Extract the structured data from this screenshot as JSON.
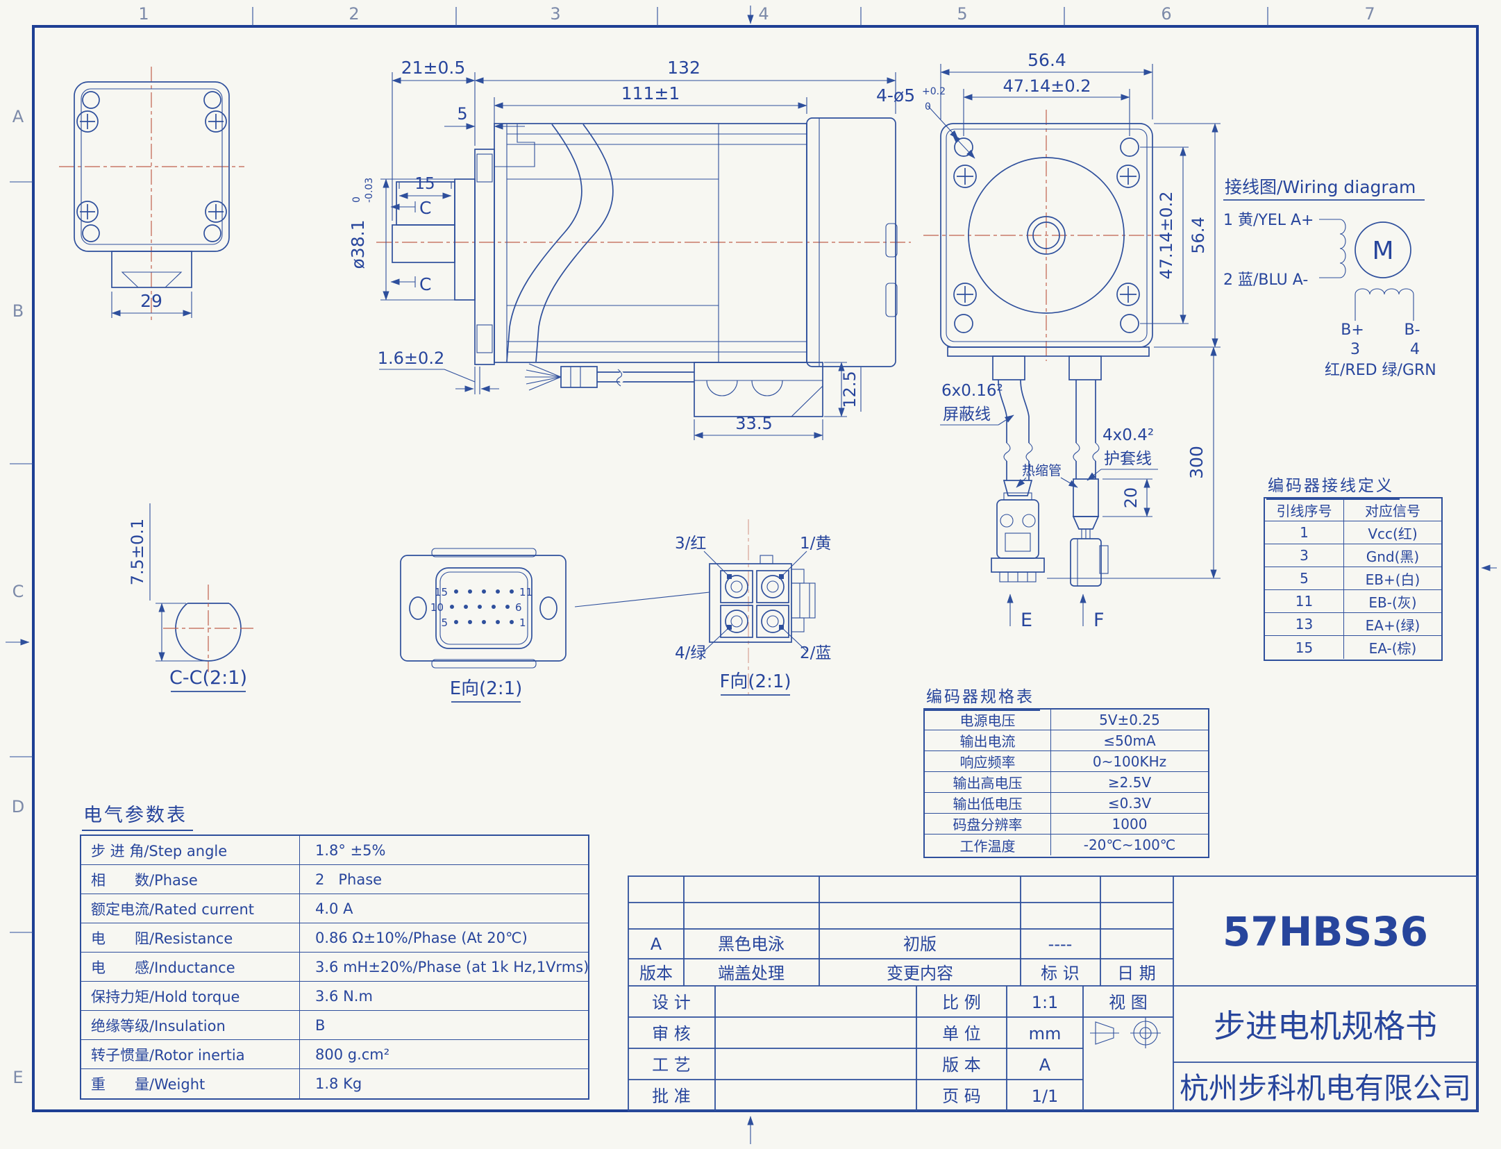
{
  "colors": {
    "ink": "#2e4f9c",
    "text": "#27459c",
    "centerline": "#c05f4b",
    "paper": "#f7f7f2",
    "border": "#1e3f94"
  },
  "sheet": {
    "grid_columns": [
      "1",
      "2",
      "3",
      "4",
      "5",
      "6",
      "7"
    ],
    "grid_rows": [
      "A",
      "B",
      "C",
      "D",
      "E"
    ]
  },
  "front_view": {
    "dim_width": "29"
  },
  "side_view": {
    "dim_shaft_len": "21±0.5",
    "dim_total_len": "132",
    "dim_body_len": "111±1",
    "dim_boss": "5",
    "dim_flat_len": "15",
    "dim_shaft_dia": "ø38.1",
    "shaft_tol_upper": "0",
    "shaft_tol_lower": "-0.03",
    "section_mark_top": "C",
    "section_mark_bottom": "C",
    "dim_flange": "1.6±0.2",
    "dim_conn_h": "12.5",
    "dim_conn_w": "33.5"
  },
  "right_view": {
    "dim_width_top": "56.4",
    "dim_holes_top": "47.14±0.2",
    "hole_callout": "4-ø5",
    "hole_tol_upper": "+0.2",
    "hole_tol_lower": "0",
    "dim_holes_right": "47.14±0.2",
    "dim_height_right": "56.4"
  },
  "cables": {
    "shield_spec": "6x0.16²",
    "shield_label": "屏蔽线",
    "sheath_spec": "4x0.4²",
    "sheath_label": "护套线",
    "heatshrink_label": "热缩管",
    "dim_length": "300",
    "dim_strip": "20",
    "view_e_mark": "E",
    "view_f_mark": "F"
  },
  "wiring": {
    "title": "接线图/Wiring diagram",
    "phase_a_pos": "1 黄/YEL A+",
    "phase_a_neg": "2 蓝/BLU A-",
    "motor": "M",
    "b_pos": "B+",
    "b_neg": "B-",
    "pin_3": "3",
    "pin_4": "4",
    "b_colors": "红/RED 绿/GRN"
  },
  "cc_view": {
    "label": "C-C(2:1)",
    "dim": "7.5±0.1"
  },
  "e_view": {
    "label": "E向(2:1)",
    "pin_labels": [
      "15",
      "11",
      "10",
      "6",
      "5",
      "1"
    ]
  },
  "f_view": {
    "label": "F向(2:1)",
    "pin_tl": "3/红",
    "pin_tr": "1/黄",
    "pin_bl": "4/绿",
    "pin_br": "2/蓝"
  },
  "encoder_pins": {
    "title": "编码器接线定义",
    "col1": "引线序号",
    "col2": "对应信号",
    "rows": [
      [
        "1",
        "Vcc(红)"
      ],
      [
        "3",
        "Gnd(黑)"
      ],
      [
        "5",
        "EB+(白)"
      ],
      [
        "11",
        "EB-(灰)"
      ],
      [
        "13",
        "EA+(绿)"
      ],
      [
        "15",
        "EA-(棕)"
      ]
    ]
  },
  "encoder_spec": {
    "title": "编码器规格表",
    "rows": [
      [
        "电源电压",
        "5V±0.25"
      ],
      [
        "输出电流",
        "≤50mA"
      ],
      [
        "响应频率",
        "0~100KHz"
      ],
      [
        "输出高电压",
        "≥2.5V"
      ],
      [
        "输出低电压",
        "≤0.3V"
      ],
      [
        "码盘分辨率",
        "1000"
      ],
      [
        "工作温度",
        "-20℃~100℃"
      ]
    ]
  },
  "electrical": {
    "title": "电气参数表",
    "rows": [
      [
        "步 进 角/Step angle",
        "1.8° ±5%"
      ],
      [
        "相　　数/Phase",
        "2   Phase"
      ],
      [
        "额定电流/Rated current",
        "4.0 A"
      ],
      [
        "电　　阻/Resistance",
        "0.86 Ω±10%/Phase (At 20℃)"
      ],
      [
        "电　　感/Inductance",
        "3.6 mH±20%/Phase (at 1k Hz,1Vrms)"
      ],
      [
        "保持力矩/Hold torque",
        "3.6 N.m"
      ],
      [
        "绝缘等级/Insulation",
        "B"
      ],
      [
        "转子惯量/Rotor inertia",
        "800 g.cm²"
      ],
      [
        "重　　量/Weight",
        "1.8 Kg"
      ]
    ]
  },
  "title_block": {
    "rev_value": "A",
    "rev_treatment": "黑色电泳",
    "rev_change": "初版",
    "rev_mark": "----",
    "h_version": "版本",
    "h_treatment": "端盖处理",
    "h_change": "变更内容",
    "h_mark": "标 识",
    "h_date": "日 期",
    "design": "设 计",
    "review": "审 核",
    "process": "工 艺",
    "approve": "批 准",
    "scale_label": "比 例",
    "scale": "1:1",
    "unit_label": "单 位",
    "unit": "mm",
    "version_label": "版 本",
    "version": "A",
    "page_label": "页 码",
    "page": "1/1",
    "view_label": "视 图",
    "model": "57HBS36",
    "doc_title": "步进电机规格书",
    "company": "杭州步科机电有限公司"
  }
}
